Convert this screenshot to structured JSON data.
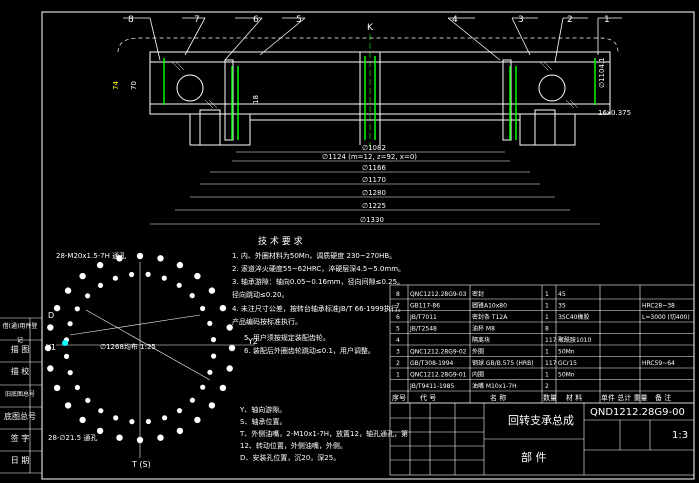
{
  "balloons": [
    "8",
    "7",
    "6",
    "5",
    "4",
    "3",
    "2",
    "1"
  ],
  "top_mark": "K",
  "section_dims": {
    "height_left": "74",
    "height_inner": "70",
    "bore": "18",
    "right_height": "∅1104.1",
    "right_gap": "16x0.375"
  },
  "dimensions": [
    "∅1082",
    "∅1124 (m=12, z=92, x=0)",
    "∅1166",
    "∅1170",
    "∅1280",
    "∅1225",
    "∅1330"
  ],
  "tech_title": "技 术 要 求",
  "tech_reqs": [
    "1. 内、外圈材料为50Mn，调质硬度 230~270HB。",
    "2. 滚道淬火硬度55~62HRC，淬硬层深4.5~5.0mm。",
    "3. 轴承游隙：轴向0.05~0.16mm，径向间隙≤0.25。",
    "   径向跳动≤0.20。",
    "4. 未注尺寸公差，按转台轴承标准JB/T 66-1999执行。",
    "   产品编码按标准执行。",
    "5. 用户须按规定装配齿轮。",
    "6. 装配后外圈齿轮跳动≤0.1，用户调整。"
  ],
  "plan_labels": {
    "top": "28-M20x1.5-7H 通孔",
    "d": "D",
    "y1": "Y1",
    "y2": "Y2",
    "t": "T (S)",
    "bottom": "28-∅21.5 通孔",
    "pcd": "∅1268均布 1:25"
  },
  "notes": [
    "Y、轴向游隙。",
    "S、轴承位置。",
    "T、外侧油嘴，2-M10x1-7H，放置12，轴孔通孔，第",
    "12、转动位置，外侧油嘴，外侧。",
    "D、安装孔位置，沉20，深25。"
  ],
  "bom_rows": [
    [
      "8",
      "QNC1212.28G9-03",
      "密封",
      "1",
      "45",
      "",
      ""
    ],
    [
      "7",
      "GB117-86",
      "圆锥A10x80",
      "1",
      "35",
      "",
      "HRC28~38"
    ],
    [
      "6",
      "JB/T7011",
      "密封条 T12A",
      "1",
      "3SC40橡胶",
      "",
      "L=3000 (切400)"
    ],
    [
      "5",
      "JB/T2548",
      "油杯 M8",
      "8",
      "",
      "",
      ""
    ],
    [
      "4",
      "",
      "隔离块",
      "117",
      "聚酰胺1010",
      "",
      ""
    ],
    [
      "3",
      "QNC1212.28G9-02",
      "外圈",
      "1",
      "50Mn",
      "",
      ""
    ],
    [
      "2",
      "GB/T308-1994",
      "钢球 GB/B.575 (HRB)",
      "117",
      "GCr15",
      "",
      "HRC59~64"
    ],
    [
      "1",
      "QNC1212.28G9-01",
      "内圈",
      "1",
      "50Mn",
      "",
      ""
    ],
    [
      "",
      "JB/T9411-1985",
      "油嘴 M10x1-7H",
      "2",
      "",
      "",
      ""
    ]
  ],
  "bom_header": [
    "序号",
    "代 号",
    "名 称",
    "数量",
    "材 料",
    "单件 总计 重量",
    "备 注"
  ],
  "title_block": {
    "name": "回转支承总成",
    "part": "部 件",
    "code": "QND1212.28G9-00",
    "scale": "1:3"
  },
  "side_panel": [
    "借(通)用件登记",
    "描 图",
    "描 校",
    "旧底图总号",
    "底图总号",
    "签 字",
    "日 期"
  ]
}
